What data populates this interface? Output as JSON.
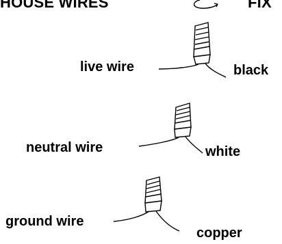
{
  "title": {
    "left": "HOUSE WIRES",
    "right": "FIX"
  },
  "wires": [
    {
      "wire_label": "live wire",
      "color_label": "black"
    },
    {
      "wire_label": "neutral wire",
      "color_label": "white"
    },
    {
      "wire_label": "ground wire",
      "color_label": "copper"
    }
  ]
}
